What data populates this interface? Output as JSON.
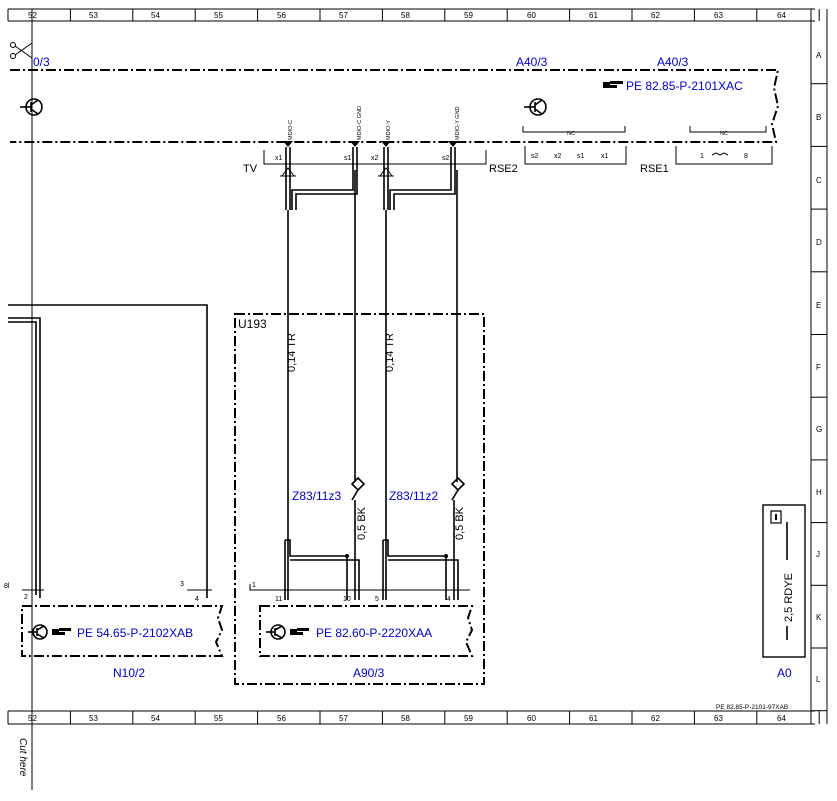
{
  "grid": {
    "columns": [
      "52",
      "53",
      "54",
      "55",
      "56",
      "57",
      "58",
      "59",
      "60",
      "61",
      "62",
      "63",
      "64"
    ],
    "rows": [
      "A",
      "B",
      "C",
      "D",
      "E",
      "F",
      "G",
      "H",
      "J",
      "K",
      "L"
    ]
  },
  "labels": {
    "top_left_ref": "0/3",
    "a40_3_left": "A40/3",
    "a40_3_right": "A40/3",
    "pe_top": "PE 82.85-P-2101XAC",
    "tv": "TV",
    "rse2": "RSE2",
    "rse1": "RSE1",
    "u193": "U193",
    "wire1": "0,14 TR",
    "wire2": "0,14 TR",
    "wire3": "0,5 BK",
    "wire4": "0,5 BK",
    "z83_11z3": "Z83/11z3",
    "z83_11z2": "Z83/11z2",
    "pe_n10": "PE 54.65-P-2102XAB",
    "pe_a90": "PE 82.60-P-2220XAA",
    "n10_2": "N10/2",
    "a90_3": "A90/3",
    "a0": "A0",
    "rdye": "2,5 RDYE",
    "footer_ref": "PE 82.85-P-2101-97XAB",
    "cut_here": "Cut here"
  },
  "pins": {
    "mdio_c": "MDIO-C",
    "mdio_c_gnd": "MDIO-C GND",
    "mdio_y": "MDIO-Y",
    "mdio_y_gnd": "MDIO-Y GND",
    "x1": "x1",
    "s1": "s1",
    "x2": "x2",
    "s2": "s2",
    "rse2_pins": [
      "s2",
      "x2",
      "s1",
      "x1"
    ],
    "nc": "NC",
    "rse1_1": "1",
    "rse1_8": "8",
    "n10_2": "2",
    "n10_3": "3",
    "n10_4": "4",
    "n10_bl": "8l",
    "a90_1": "1",
    "a90_11": "11",
    "a90_10": "10",
    "a90_5": "5",
    "a90_4": "4"
  }
}
